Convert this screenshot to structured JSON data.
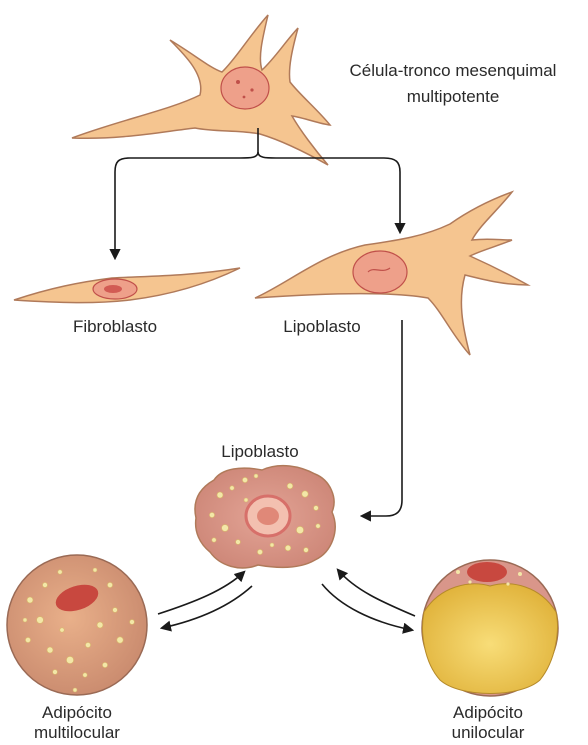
{
  "labels": {
    "msc_line1": "Célula-tronco mesenquimal",
    "msc_line2": "multipotente",
    "fibroblast": "Fibroblasto",
    "lipoblast_upper": "Lipoblasto",
    "lipoblast_lower": "Lipoblasto",
    "adipocyte_multi_line1": "Adipócito",
    "adipocyte_multi_line2": "multilocular",
    "adipocyte_uni_line1": "Adipócito",
    "adipocyte_uni_line2": "unilocular"
  },
  "colors": {
    "cytoplasm": "#f5c590",
    "cytoplasm_edge": "#b07a5a",
    "nucleus": "#eea08a",
    "nucleus_dark": "#c0504a",
    "lipoblast_body": "#d9968a",
    "lipid_droplet": "#f3e7a8",
    "unilocular_fat": "#f0c84a",
    "arrow": "#1a1a1a"
  }
}
